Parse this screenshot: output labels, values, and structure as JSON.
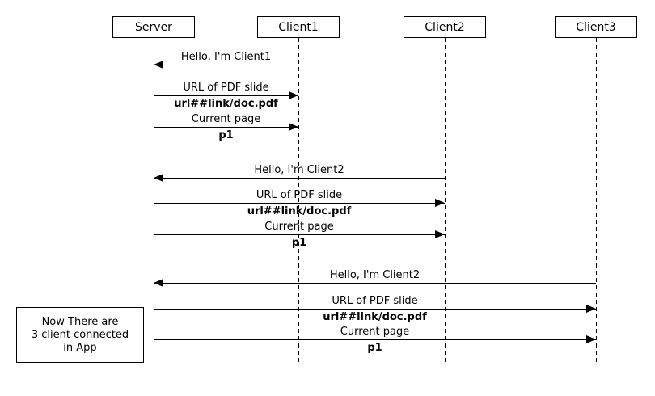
{
  "colors": {
    "background": "#ffffff",
    "foreground": "#000000"
  },
  "participants": [
    {
      "name": "Server"
    },
    {
      "name": "Client1"
    },
    {
      "name": "Client2"
    },
    {
      "name": "Client3"
    }
  ],
  "messages": [
    {
      "from": "Client1",
      "to": "Server",
      "direction": "left",
      "label": "Hello, I'm Client1",
      "sublabel": ""
    },
    {
      "from": "Server",
      "to": "Client1",
      "direction": "right",
      "label": "URL of PDF slide",
      "sublabel": "url##link/doc.pdf"
    },
    {
      "from": "Server",
      "to": "Client1",
      "direction": "right",
      "label": "Current page",
      "sublabel": "p1"
    },
    {
      "from": "Client2",
      "to": "Server",
      "direction": "left",
      "label": "Hello, I'm Client2",
      "sublabel": ""
    },
    {
      "from": "Server",
      "to": "Client2",
      "direction": "right",
      "label": "URL of PDF slide",
      "sublabel": "url##link/doc.pdf"
    },
    {
      "from": "Server",
      "to": "Client2",
      "direction": "right",
      "label": "Current page",
      "sublabel": "p1"
    },
    {
      "from": "Client3",
      "to": "Server",
      "direction": "left",
      "label": "Hello, I'm Client2",
      "sublabel": ""
    },
    {
      "from": "Server",
      "to": "Client3",
      "direction": "right",
      "label": "URL of PDF slide",
      "sublabel": "url##link/doc.pdf"
    },
    {
      "from": "Server",
      "to": "Client3",
      "direction": "right",
      "label": "Current page",
      "sublabel": "p1"
    }
  ],
  "note": {
    "lines": [
      "Now There are",
      "3 client connected",
      "in App"
    ]
  }
}
